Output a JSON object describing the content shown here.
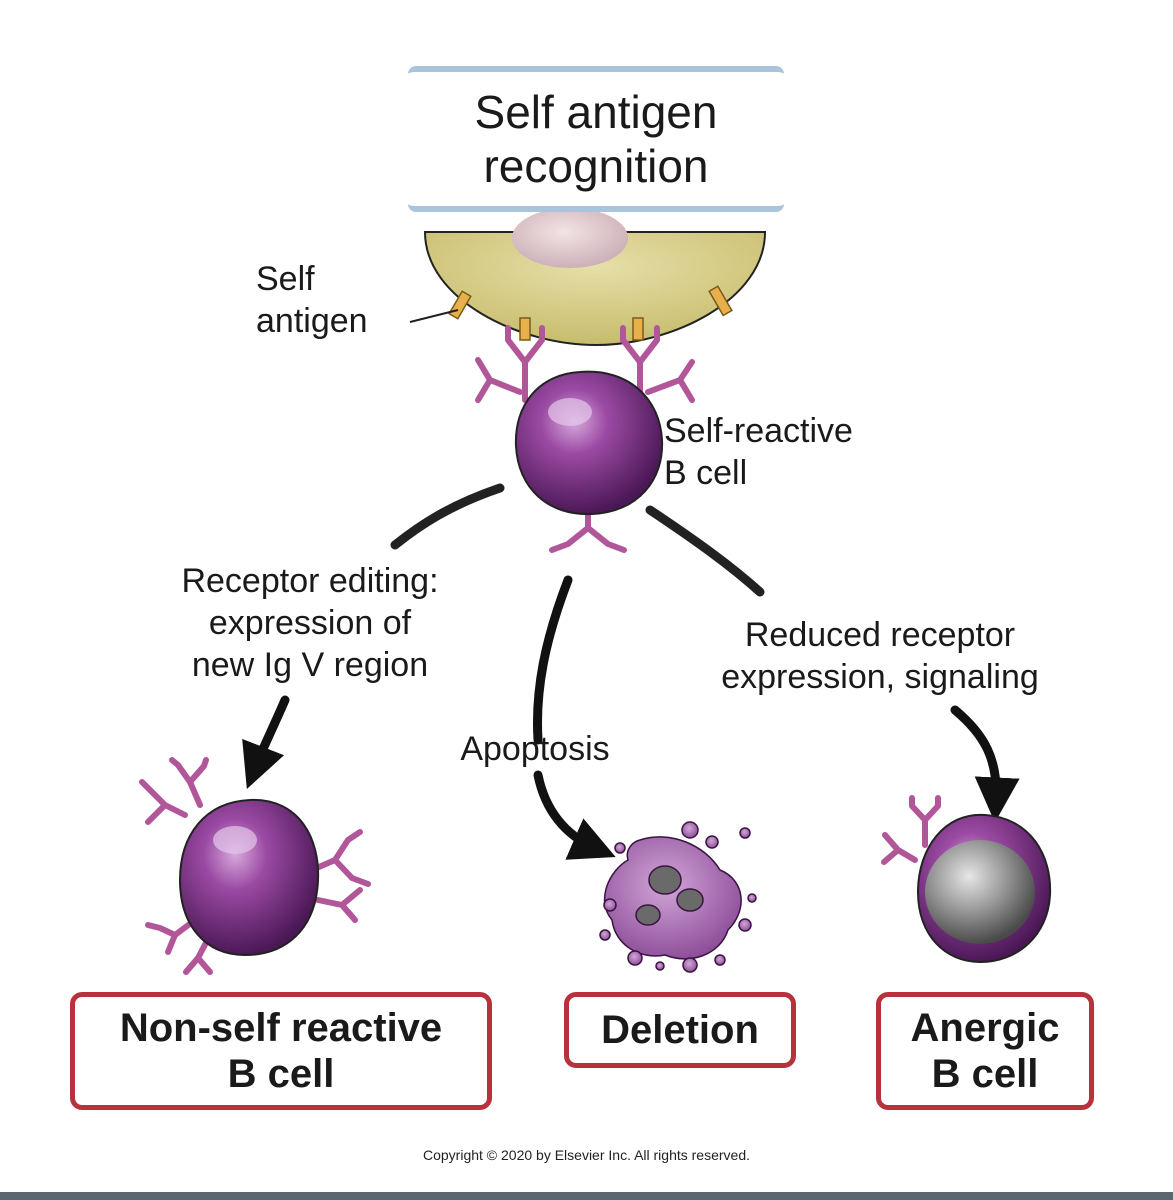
{
  "title": {
    "line1": "Self antigen",
    "line2": "recognition"
  },
  "labels": {
    "self_antigen_1": "Self",
    "self_antigen_2": "antigen",
    "self_reactive_1": "Self-reactive",
    "self_reactive_2": "B cell",
    "editing_1": "Receptor editing:",
    "editing_2": "expression of",
    "editing_3": "new Ig V region",
    "apoptosis": "Apoptosis",
    "reduced_1": "Reduced receptor",
    "reduced_2": "expression, signaling"
  },
  "outcomes": {
    "non_self_1": "Non-self reactive",
    "non_self_2": "B cell",
    "deletion": "Deletion",
    "anergic_1": "Anergic",
    "anergic_2": "B cell"
  },
  "copyright": "Copyright © 2020 by Elsevier Inc. All rights reserved.",
  "colors": {
    "cell_purple": "#8a3f92",
    "receptor": "#b2569a",
    "antigen": "#e8b04a",
    "host_cell": "#d6ce8a",
    "box_border": "#b8323e",
    "title_border": "#aac4dc"
  }
}
